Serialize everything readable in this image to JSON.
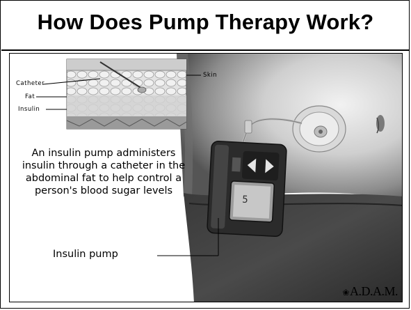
{
  "slide": {
    "title": "How Does Pump Therapy Work?"
  },
  "diagram": {
    "labels": {
      "catheter": "Catheter",
      "fat": "Fat",
      "insulin": "Insulin",
      "skin": "Skin"
    },
    "description": "An insulin pump administers insulin through a catheter in the abdominal fat to help control a person's blood sugar levels",
    "pump_label": "Insulin pump",
    "logo": "A.D.A.M."
  }
}
